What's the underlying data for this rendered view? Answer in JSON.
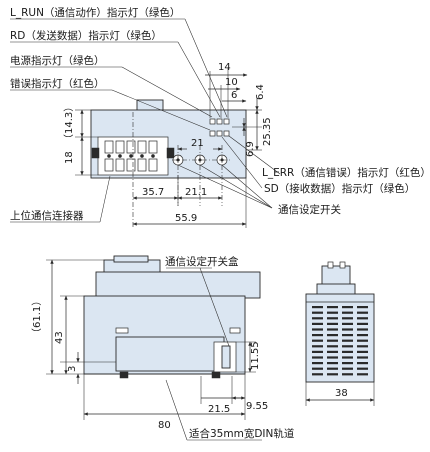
{
  "callouts": {
    "l_run": "L_RUN（通信动作）指示灯（绿色）",
    "rd": "RD（发送数据）指示灯（绿色）",
    "power": "电源指示灯（绿色）",
    "error": "错误指示灯（红色）",
    "l_err": "L_ERR（通信错误）指示灯（红色）",
    "sd": "SD（接收数据）指示灯（绿色）",
    "comm_switch": "通信设定开关",
    "host_connector": "上位通信连接器",
    "switch_box": "通信设定开关盒",
    "din_rail": "适合35mm宽DIN轨道"
  },
  "dimensions": {
    "d14": "14",
    "d10": "10",
    "d6": "6",
    "d6_4": "6.4",
    "d25_35": "25.35",
    "d6_9": "6.9",
    "d21": "21",
    "d14_3": "（14.3）",
    "d18": "18",
    "d35_7": "35.7",
    "d21_1": "21.1",
    "d55_9": "55.9",
    "d61_1": "（61.1）",
    "d43": "43",
    "d3": "3",
    "d11_55": "11.55",
    "d21_5": "21.5",
    "d9_55": "9.55",
    "d80": "80",
    "d38": "38"
  }
}
